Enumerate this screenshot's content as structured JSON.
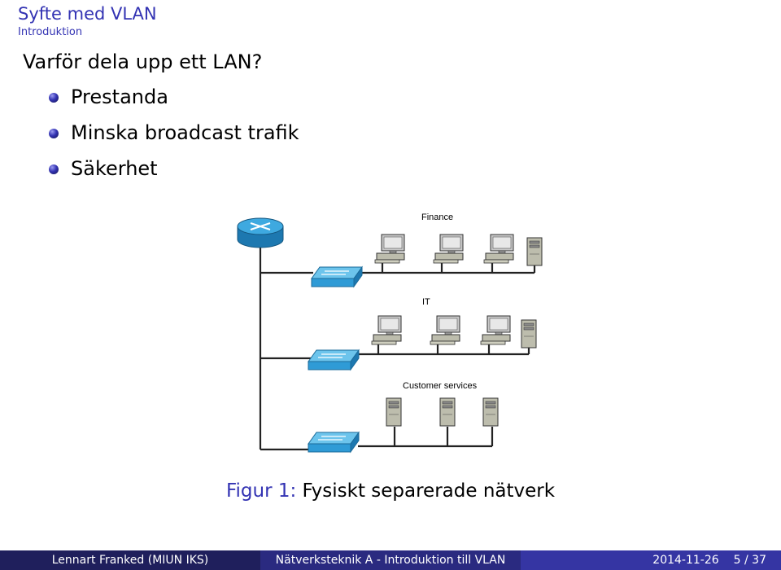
{
  "header": {
    "title": "Syfte med VLAN",
    "section": "Introduktion"
  },
  "frame": {
    "title": "Varför dela upp ett LAN?",
    "bullets": [
      "Prestanda",
      "Minska broadcast trafik",
      "Säkerhet"
    ]
  },
  "figure": {
    "groups": [
      "Finance",
      "IT",
      "Customer services"
    ],
    "caption_label": "Figur 1:",
    "caption_text": "Fysiskt separerade nätverk"
  },
  "footer": {
    "author": "Lennart Franked (MIUN IKS)",
    "course": "Nätverksteknik A - Introduktion till VLAN",
    "date": "2014-11-26",
    "page": "5 / 37"
  },
  "colors": {
    "accent": "#3333b3",
    "footer_dark": "#1f1f5c",
    "footer_mid": "#2a2a80",
    "footer_light": "#3535a3",
    "device_blue": "#2f9bd6"
  }
}
